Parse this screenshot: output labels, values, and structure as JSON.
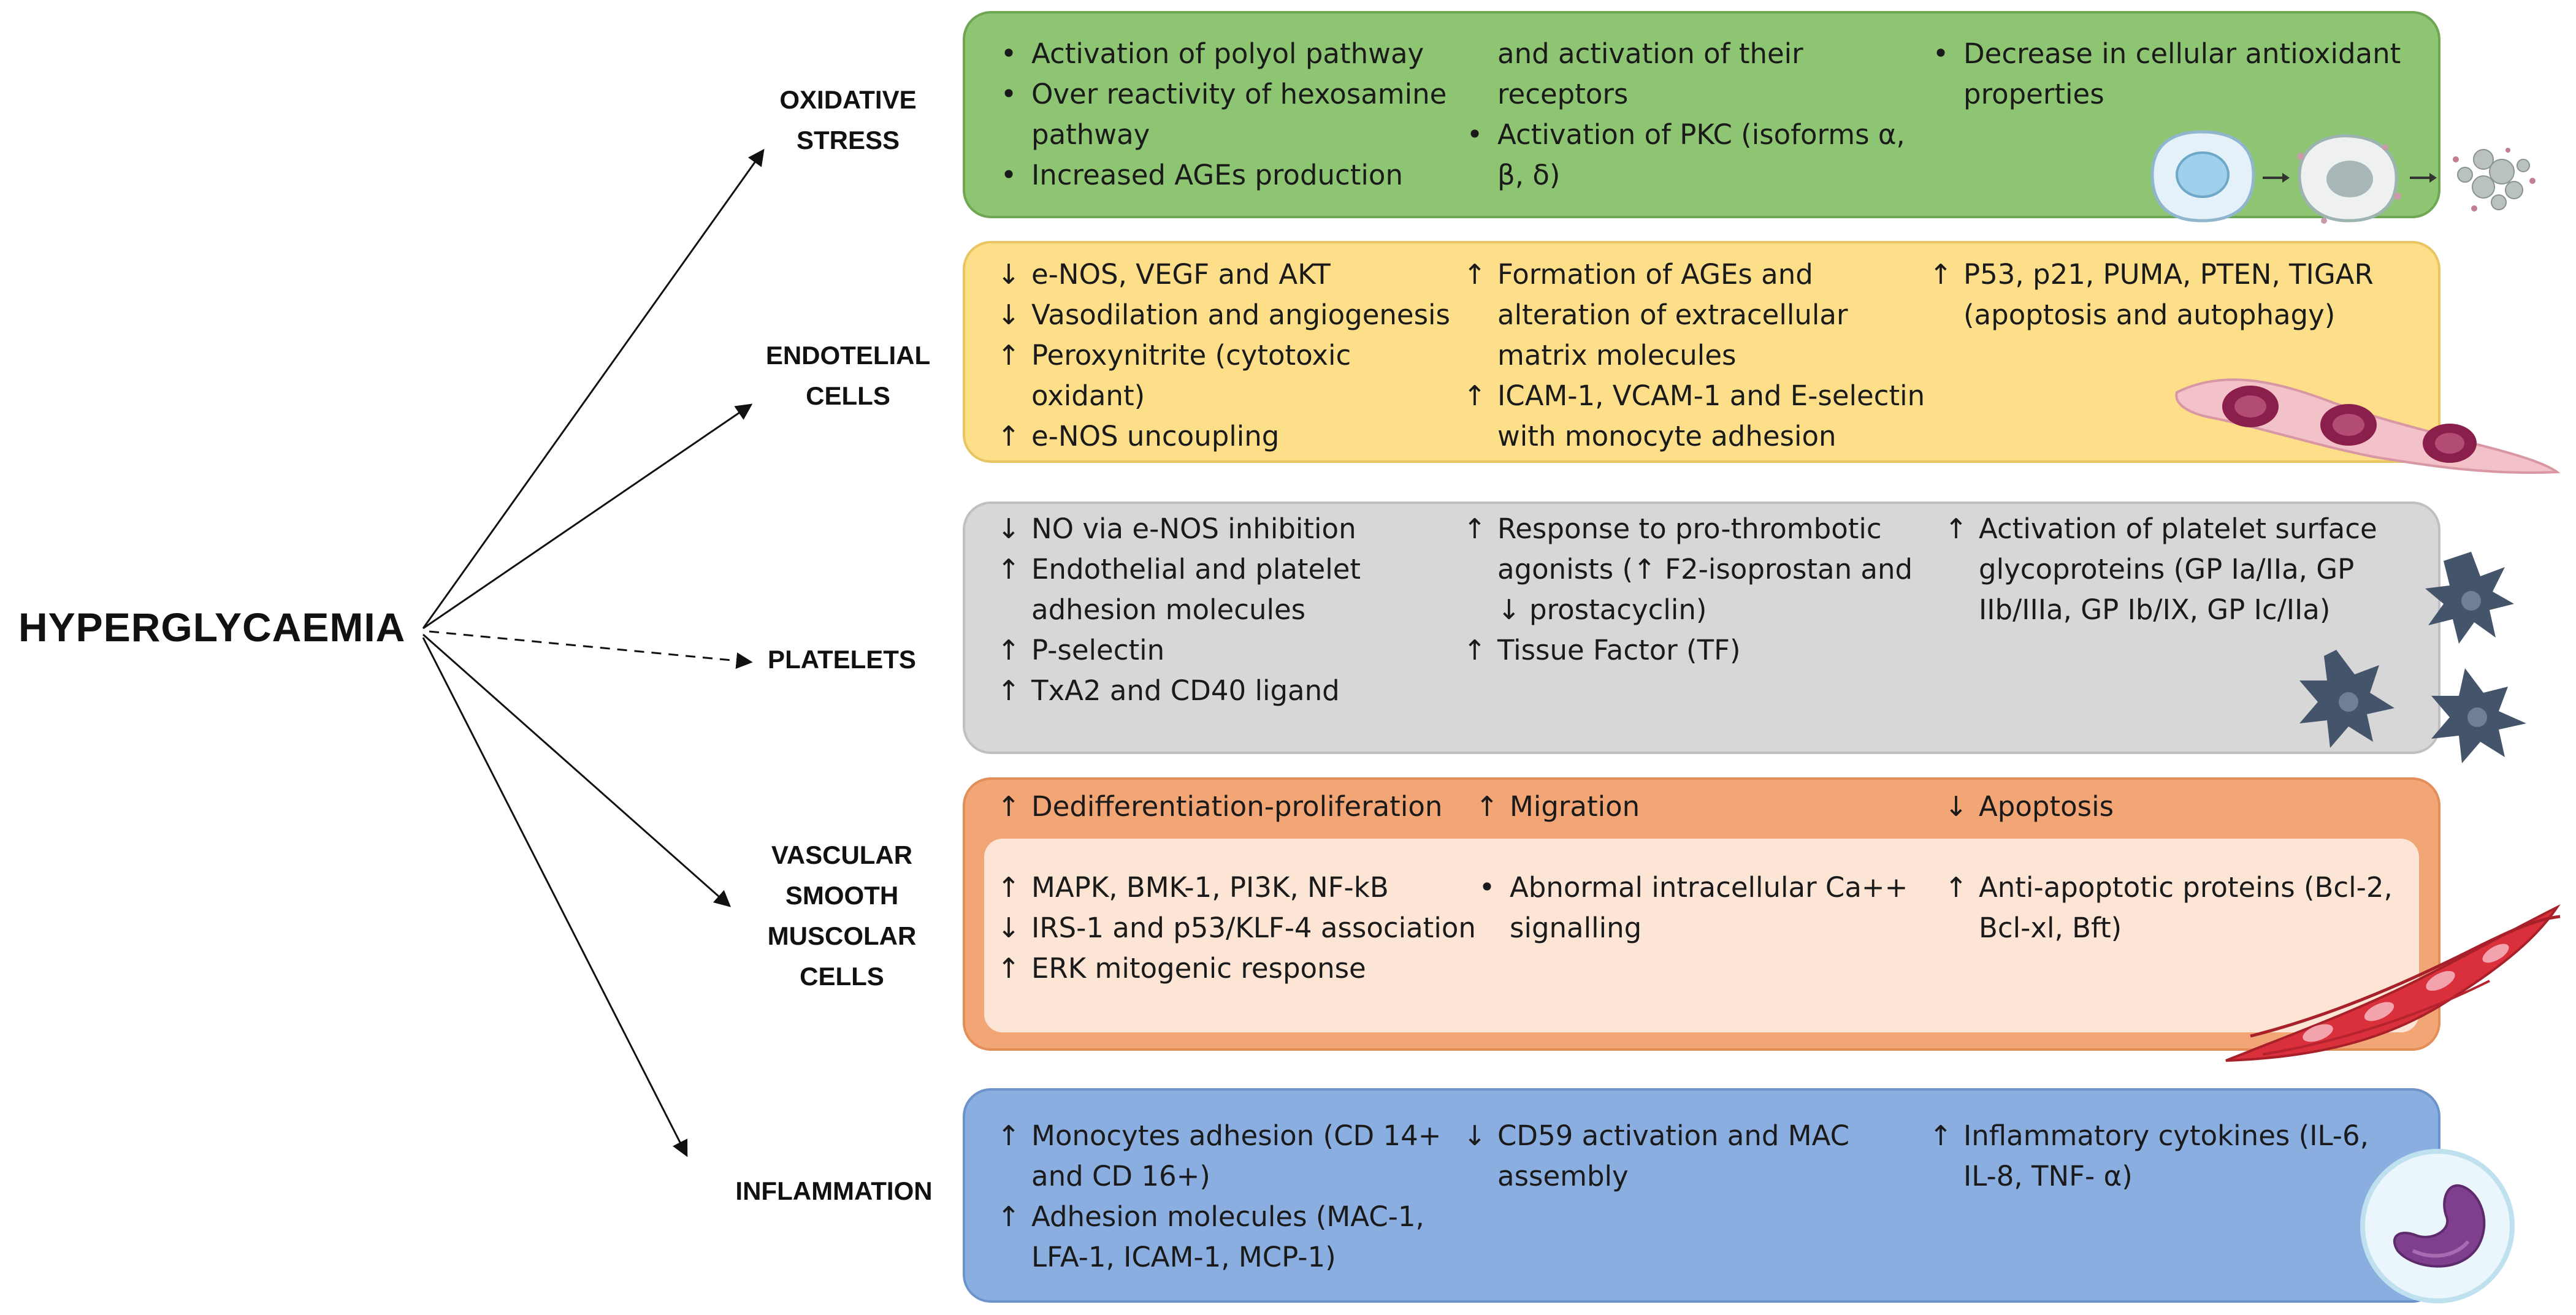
{
  "root": {
    "label": "HYPERGLYCAEMIA"
  },
  "branches": [
    {
      "id": "oxidative",
      "label_lines": [
        "OXIDATIVE",
        "STRESS"
      ]
    },
    {
      "id": "endotelial",
      "label_lines": [
        "ENDOTELIAL",
        "CELLS"
      ]
    },
    {
      "id": "platelets",
      "label_lines": [
        "PLATELETS"
      ]
    },
    {
      "id": "vsmc",
      "label_lines": [
        "VASCULAR",
        "SMOOTH",
        "MUSCOLAR",
        "CELLS"
      ]
    },
    {
      "id": "inflammation",
      "label_lines": [
        "INFLAMMATION"
      ]
    }
  ],
  "oxidative": {
    "col1": [
      {
        "symbol": "•",
        "lines": [
          "Activation of polyol pathway"
        ]
      },
      {
        "symbol": "•",
        "lines": [
          "Over reactivity of hexosamine",
          "pathway"
        ]
      },
      {
        "symbol": "•",
        "lines": [
          "Increased AGEs production"
        ]
      }
    ],
    "col2_continuation": [
      "and activation of their",
      "receptors"
    ],
    "col2": [
      {
        "symbol": "•",
        "lines": [
          "Activation of PKC (isoforms α,",
          "β, δ)"
        ]
      }
    ],
    "col3": [
      {
        "symbol": "•",
        "lines": [
          "Decrease in cellular antioxidant",
          "properties"
        ]
      }
    ]
  },
  "endotelial": {
    "col1": [
      {
        "symbol": "↓",
        "lines": [
          "e-NOS, VEGF and AKT"
        ]
      },
      {
        "symbol": "↓",
        "lines": [
          "Vasodilation and angiogenesis"
        ]
      },
      {
        "symbol": "↑",
        "lines": [
          "Peroxynitrite (cytotoxic",
          "oxidant)"
        ]
      },
      {
        "symbol": "↑",
        "lines": [
          "e-NOS uncoupling"
        ]
      }
    ],
    "col2": [
      {
        "symbol": "↑",
        "lines": [
          "Formation of AGEs and",
          "alteration of extracellular",
          "matrix molecules"
        ]
      },
      {
        "symbol": "↑",
        "lines": [
          "ICAM-1, VCAM-1 and E-selectin",
          "with monocyte adhesion"
        ]
      }
    ],
    "col3": [
      {
        "symbol": "↑",
        "lines": [
          "P53, p21, PUMA, PTEN, TIGAR",
          "(apoptosis and autophagy)"
        ]
      }
    ]
  },
  "platelets": {
    "col1": [
      {
        "symbol": "↓",
        "lines": [
          "NO via e-NOS inhibition"
        ]
      },
      {
        "symbol": "↑",
        "lines": [
          "Endothelial and platelet",
          "adhesion molecules"
        ]
      },
      {
        "symbol": "↑",
        "lines": [
          "P-selectin"
        ]
      },
      {
        "symbol": "↑",
        "lines": [
          "TxA2 and CD40 ligand"
        ]
      }
    ],
    "col2": [
      {
        "symbol": "↑",
        "lines": [
          "Response to pro-thrombotic",
          "agonists (↑ F2-isoprostan and",
          "↓ prostacyclin)"
        ]
      },
      {
        "symbol": "↑",
        "lines": [
          "Tissue Factor (TF)"
        ]
      }
    ],
    "col3": [
      {
        "symbol": "↑",
        "lines": [
          "Activation of platelet surface",
          "glycoproteins (GP Ia/IIa,  GP",
          "IIb/IIIa, GP Ib/IX, GP Ic/IIa)"
        ]
      }
    ]
  },
  "vsmc": {
    "header1": {
      "symbol": "↑",
      "lines": [
        "Dedifferentiation-proliferation"
      ]
    },
    "header2": {
      "symbol": "↑",
      "lines": [
        "Migration"
      ]
    },
    "header3": {
      "symbol": "↓",
      "lines": [
        "Apoptosis"
      ]
    },
    "col1": [
      {
        "symbol": "↑",
        "lines": [
          "MAPK, BMK-1, PI3K, NF-kB"
        ]
      },
      {
        "symbol": "↓",
        "lines": [
          "IRS-1 and p53/KLF-4 association"
        ]
      },
      {
        "symbol": "↑",
        "lines": [
          "ERK mitogenic response"
        ]
      }
    ],
    "col2": [
      {
        "symbol": "•",
        "lines": [
          "Abnormal intracellular Ca++",
          "signalling"
        ]
      }
    ],
    "col3": [
      {
        "symbol": "↑",
        "lines": [
          "Anti-apoptotic proteins (Bcl-2,",
          "Bcl-xl, Bft)"
        ]
      }
    ]
  },
  "inflammation": {
    "col1": [
      {
        "symbol": "↑",
        "lines": [
          "Monocytes adhesion (CD 14+",
          "and CD 16+)"
        ]
      },
      {
        "symbol": "↑",
        "lines": [
          "Adhesion molecules (MAC-1,",
          "LFA-1, ICAM-1, MCP-1)"
        ]
      }
    ],
    "col2": [
      {
        "symbol": "↓",
        "lines": [
          "CD59 activation and MAC",
          "assembly"
        ]
      }
    ],
    "col3": [
      {
        "symbol": "↑",
        "lines": [
          "Inflammatory cytokines (IL-6,",
          "IL-8, TNF- α)"
        ]
      }
    ]
  },
  "colors": {
    "oxidative": "#8dc572",
    "endotelial": "#fddf8a",
    "platelets": "#d7d7d7",
    "vsmc": "#f2a676",
    "vsmc_inner": "#fde5d6",
    "inflammation": "#8aaee0"
  },
  "icons": [
    "cell-apoptosis-icon",
    "endothelial-cells-icon",
    "platelets-icon",
    "smooth-muscle-cells-icon",
    "monocyte-icon"
  ]
}
